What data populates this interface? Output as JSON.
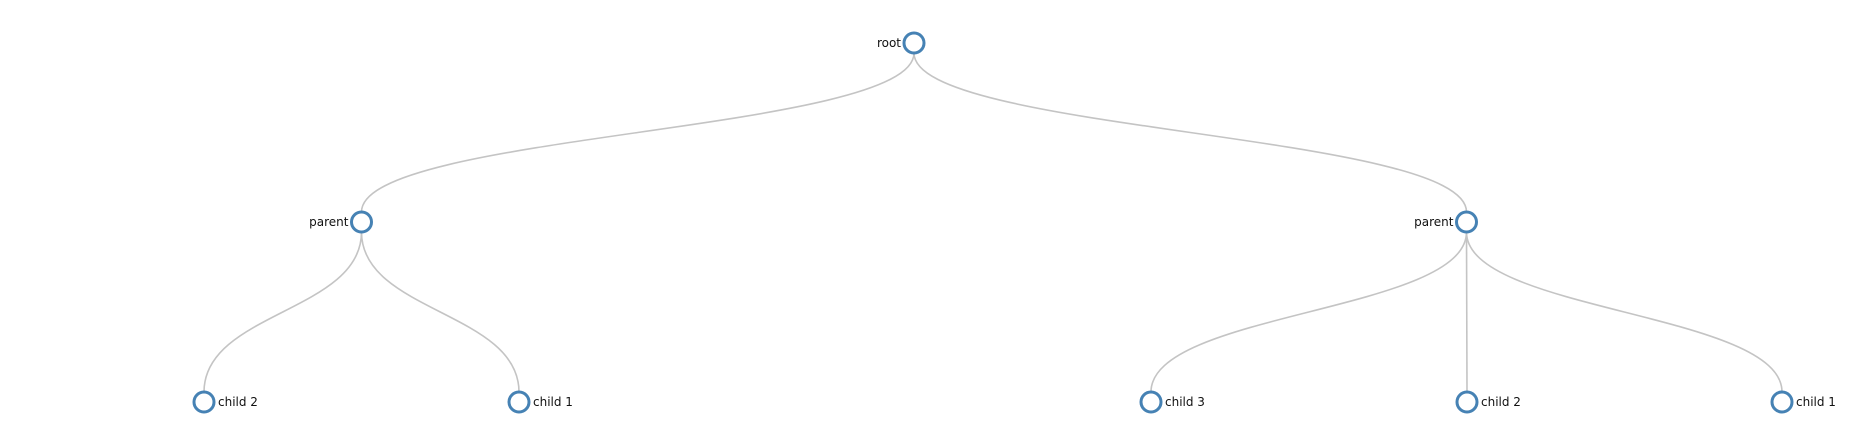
{
  "diagram": {
    "type": "tree",
    "colors": {
      "node_stroke": "#4682b4",
      "node_fill": "#ffffff",
      "link": "#c4c4c4",
      "label": "#111111"
    },
    "root": {
      "id": "root",
      "label": "root",
      "children": [
        {
          "id": "parent-left",
          "label": "parent",
          "children": [
            {
              "id": "left-child-2",
              "label": "child 2"
            },
            {
              "id": "left-child-1",
              "label": "child 1"
            }
          ]
        },
        {
          "id": "parent-right",
          "label": "parent",
          "children": [
            {
              "id": "right-child-3",
              "label": "child 3"
            },
            {
              "id": "right-child-2",
              "label": "child 2"
            },
            {
              "id": "right-child-1",
              "label": "child 1"
            }
          ]
        }
      ]
    }
  }
}
